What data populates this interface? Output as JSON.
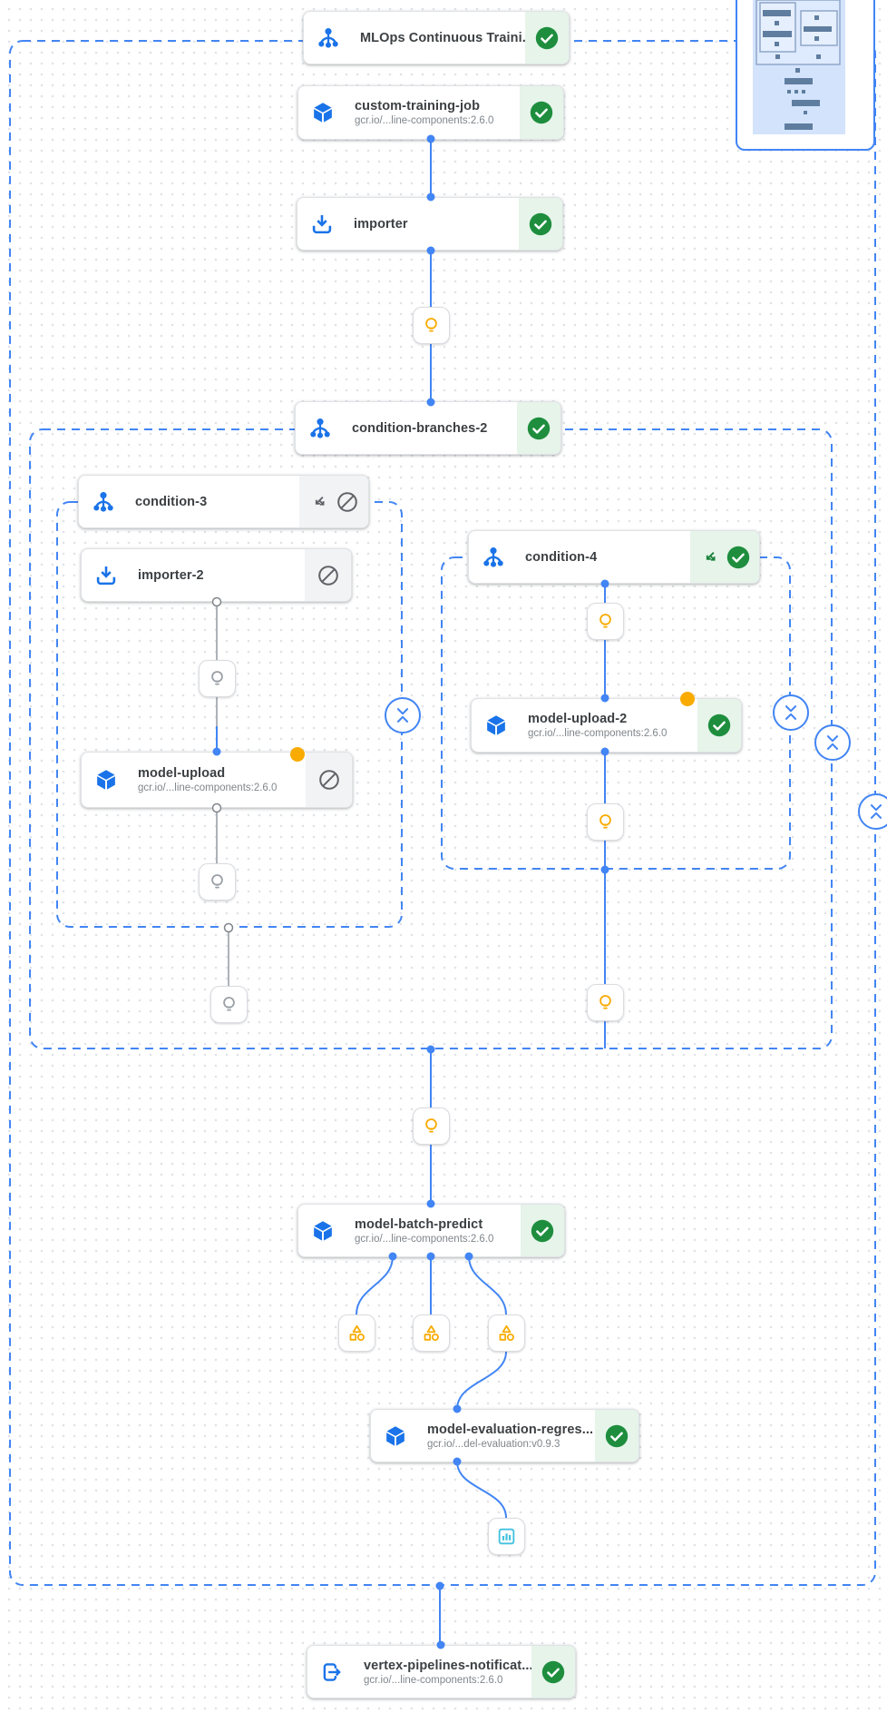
{
  "nodes": [
    {
      "id": "mlops-continuous-training",
      "label": "MLOps Continuous Traini...",
      "icon": "dag-icon",
      "status": "succeeded"
    },
    {
      "id": "custom-training-job",
      "label": "custom-training-job",
      "sublabel": "gcr.io/...line-components:2.6.0",
      "icon": "cube-icon",
      "status": "succeeded"
    },
    {
      "id": "importer",
      "label": "importer",
      "icon": "import-icon",
      "status": "succeeded"
    },
    {
      "id": "condition-branches-2",
      "label": "condition-branches-2",
      "icon": "dag-icon",
      "status": "succeeded"
    },
    {
      "id": "condition-3",
      "label": "condition-3",
      "icon": "dag-icon",
      "status": "skipped",
      "expand_icon": true
    },
    {
      "id": "importer-2",
      "label": "importer-2",
      "icon": "import-icon",
      "status": "skipped"
    },
    {
      "id": "model-upload",
      "label": "model-upload",
      "sublabel": "gcr.io/...line-components:2.6.0",
      "icon": "cube-icon",
      "status": "skipped",
      "notification_dot": true
    },
    {
      "id": "condition-4",
      "label": "condition-4",
      "icon": "dag-icon",
      "status": "succeeded",
      "expand_icon": true
    },
    {
      "id": "model-upload-2",
      "label": "model-upload-2",
      "sublabel": "gcr.io/...line-components:2.6.0",
      "icon": "cube-icon",
      "status": "succeeded",
      "notification_dot": true
    },
    {
      "id": "model-batch-predict",
      "label": "model-batch-predict",
      "sublabel": "gcr.io/...line-components:2.6.0",
      "icon": "cube-icon",
      "status": "succeeded"
    },
    {
      "id": "model-evaluation-regression",
      "label": "model-evaluation-regres...",
      "sublabel": "gcr.io/...del-evaluation:v0.9.3",
      "icon": "cube-icon",
      "status": "succeeded"
    },
    {
      "id": "vertex-pipelines-notification",
      "label": "vertex-pipelines-notificat...",
      "sublabel": "gcr.io/...line-components:2.6.0",
      "icon": "exit-icon",
      "status": "succeeded"
    }
  ],
  "groups": [
    {
      "id": "pipeline-root",
      "style": "dashed-blue"
    },
    {
      "id": "condition-branches-2",
      "style": "dashed-blue"
    },
    {
      "id": "condition-3",
      "style": "dashed-blue"
    },
    {
      "id": "condition-4",
      "style": "dashed-blue"
    }
  ],
  "artifacts": [
    {
      "type": "lightbulb",
      "state": "active",
      "branch": "main-top"
    },
    {
      "type": "lightbulb",
      "state": "skipped",
      "branch": "condition-3"
    },
    {
      "type": "lightbulb",
      "state": "skipped",
      "branch": "condition-3"
    },
    {
      "type": "lightbulb",
      "state": "skipped",
      "branch": "condition-3"
    },
    {
      "type": "lightbulb",
      "state": "active",
      "branch": "condition-4"
    },
    {
      "type": "lightbulb",
      "state": "active",
      "branch": "condition-4"
    },
    {
      "type": "lightbulb",
      "state": "active",
      "branch": "condition-4"
    },
    {
      "type": "lightbulb",
      "state": "active",
      "branch": "main-middle"
    },
    {
      "type": "category",
      "state": "active",
      "branch": "batch-predict-outputs"
    },
    {
      "type": "category",
      "state": "active",
      "branch": "batch-predict-outputs"
    },
    {
      "type": "category",
      "state": "active",
      "branch": "batch-predict-outputs"
    },
    {
      "type": "metrics",
      "state": "active",
      "branch": "evaluation-output"
    }
  ],
  "colors": {
    "edge_blue": "#4285f4",
    "icon_blue": "#1a73e8",
    "success_green": "#1e8e3e",
    "success_bg": "#e6f4ea",
    "skipped_gray": "#5f6368",
    "skipped_bg": "#f1f3f4",
    "warning_amber": "#f9ab00",
    "metrics_cyan": "#43c1df",
    "skipped_edge": "#9aa0a6"
  }
}
